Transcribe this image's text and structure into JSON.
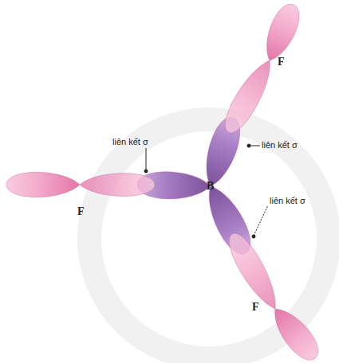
{
  "diagram": {
    "labels": [
      "liên kết σ",
      "liên kết σ",
      "liên kết σ",
      "F",
      "F",
      "F",
      "B"
    ]
  }
}
